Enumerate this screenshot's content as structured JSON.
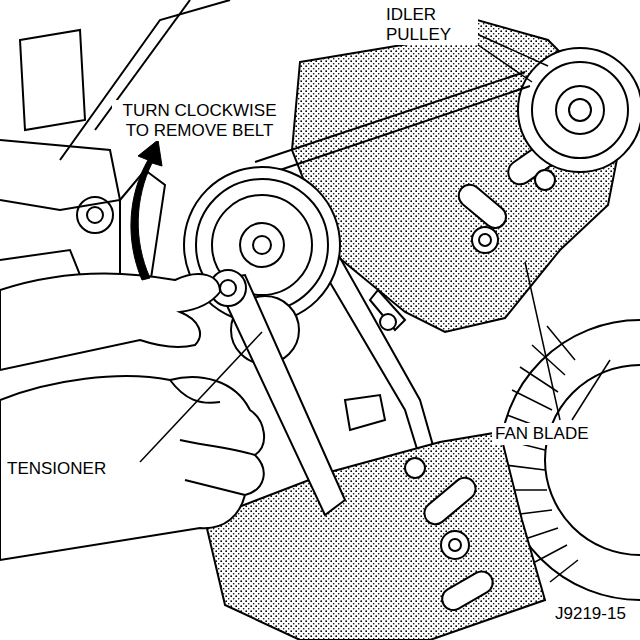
{
  "diagram": {
    "labels": [
      "IDLER PULLEY",
      "TURN CLOCKWISE TO REMOVE BELT",
      "TENSIONER",
      "FAN BLADE",
      "J9219-15"
    ]
  }
}
